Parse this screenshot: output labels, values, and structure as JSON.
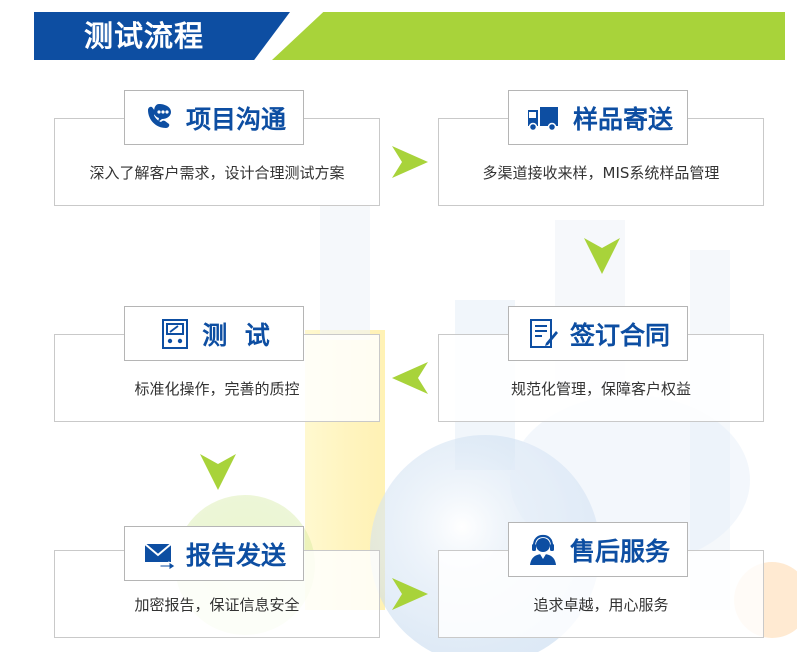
{
  "banner": {
    "title": "测试流程"
  },
  "steps": [
    {
      "title": "项目沟通",
      "desc": "深入了解客户需求，设计合理测试方案",
      "icon": "phone-chat-icon"
    },
    {
      "title": "样品寄送",
      "desc": "多渠道接收来样，MIS系统样品管理",
      "icon": "truck-icon"
    },
    {
      "title": "签订合同",
      "desc": "规范化管理，保障客户权益",
      "icon": "contract-sign-icon"
    },
    {
      "title": "测  试",
      "desc": "标准化操作，完善的质控",
      "icon": "test-meter-icon"
    },
    {
      "title": "报告发送",
      "desc": "加密报告，保证信息安全",
      "icon": "email-send-icon"
    },
    {
      "title": "售后服务",
      "desc": "追求卓越，用心服务",
      "icon": "customer-service-icon"
    }
  ],
  "colors": {
    "blue": "#0d4ea2",
    "green": "#a8d33a",
    "border": "#c9c9c9"
  }
}
